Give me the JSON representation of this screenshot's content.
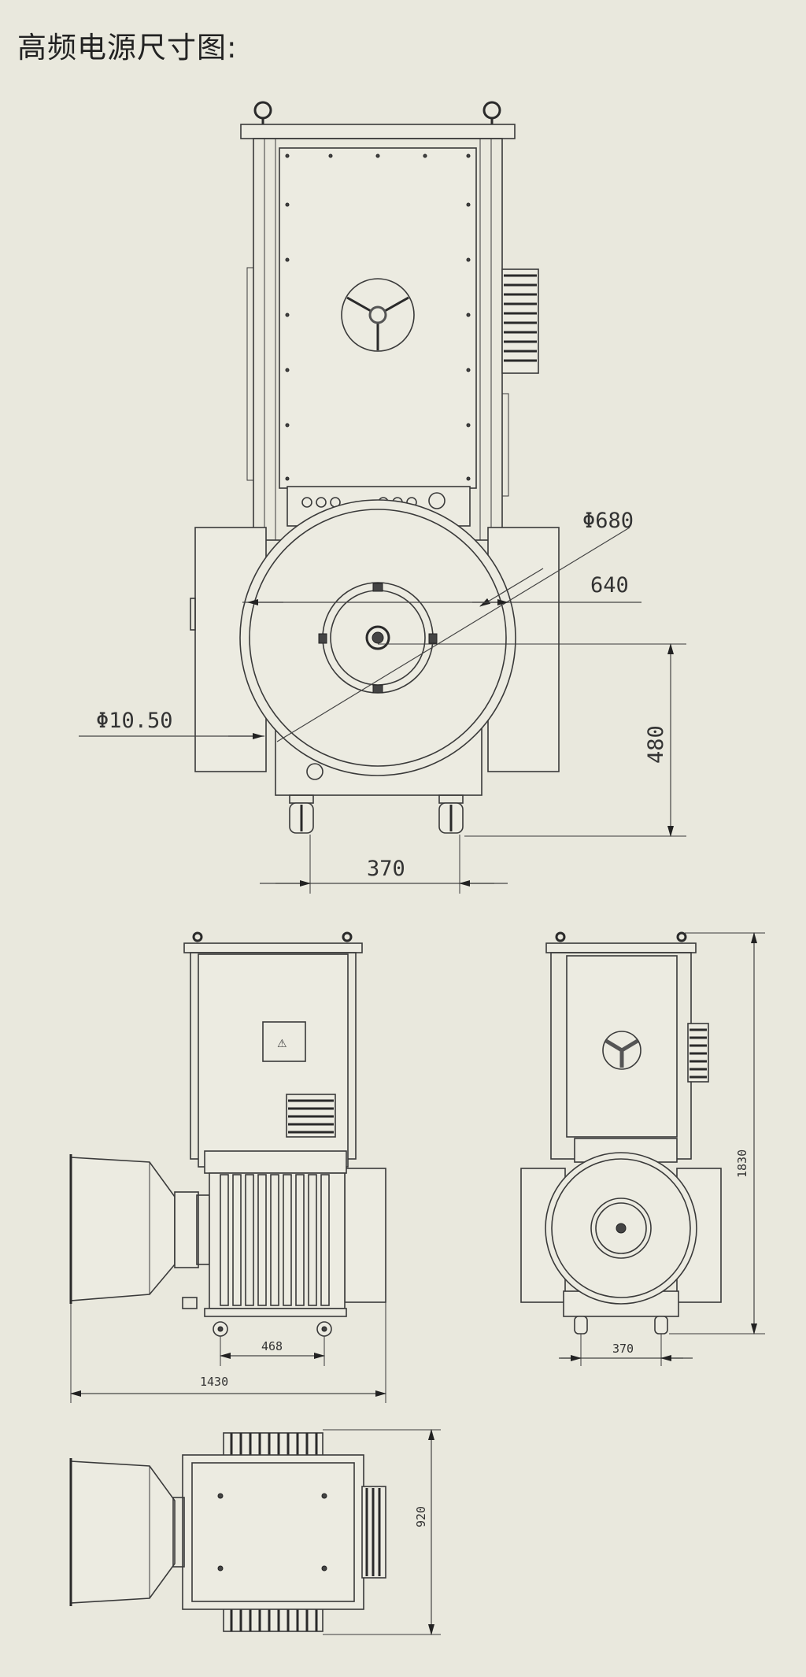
{
  "title": "高频电源尺寸图:",
  "dimensions": {
    "front_diameter_outer": "Φ680",
    "front_diameter_inner": "640",
    "front_hole_diameter": "Φ10.50",
    "front_height": "480",
    "front_wheel_span": "370",
    "side_wheel_span": "468",
    "side_total_length": "1430",
    "right_total_height": "1830",
    "right_wheel_span": "370",
    "top_depth": "920"
  },
  "colors": {
    "background": "#e9e8dd",
    "line": "#3a3a3a"
  },
  "icons": [
    "lifting-eye-icon",
    "company-logo-icon",
    "caster-wheel-icon",
    "arrow-icon"
  ]
}
